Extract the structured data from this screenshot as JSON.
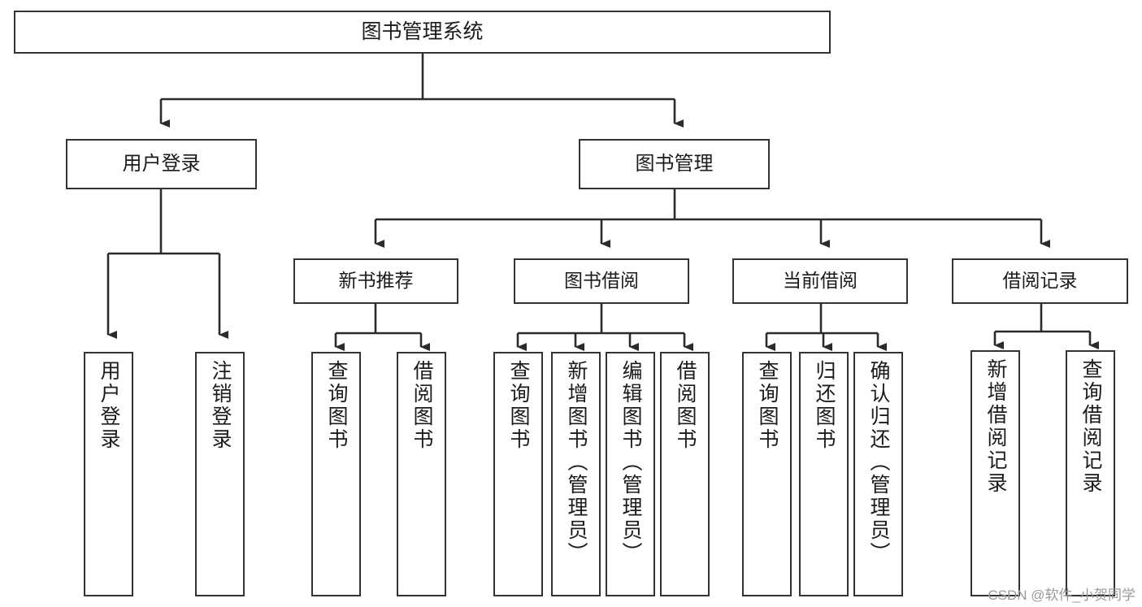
{
  "diagram": {
    "type": "tree-hierarchy-chart",
    "title": "图书管理系统",
    "watermark": "CSDN @软件_小贺同学",
    "colors": {
      "box_border": "#333333",
      "box_fill": "#ffffff",
      "connector": "#2b2b2b",
      "text": "#1b1b1b",
      "watermark": "#9a9a9a"
    },
    "root": {
      "label": "图书管理系统"
    },
    "level2": [
      {
        "label": "用户登录"
      },
      {
        "label": "图书管理"
      }
    ],
    "level3": [
      {
        "label": "新书推荐"
      },
      {
        "label": "图书借阅"
      },
      {
        "label": "当前借阅"
      },
      {
        "label": "借阅记录"
      }
    ],
    "leaves": {
      "user_login": [
        {
          "label": "用户登录"
        },
        {
          "label": "注销登录"
        }
      ],
      "new_book": [
        {
          "label": "查询图书"
        },
        {
          "label": "借阅图书"
        }
      ],
      "book_borrow": [
        {
          "label": "查询图书"
        },
        {
          "label": "新增图书（管理员）"
        },
        {
          "label": "编辑图书（管理员）"
        },
        {
          "label": "借阅图书"
        }
      ],
      "current_borrow": [
        {
          "label": "查询图书"
        },
        {
          "label": "归还图书"
        },
        {
          "label": "确认归还（管理员）"
        }
      ],
      "borrow_record": [
        {
          "label": "新增借阅记录"
        },
        {
          "label": "查询借阅记录"
        }
      ]
    }
  }
}
